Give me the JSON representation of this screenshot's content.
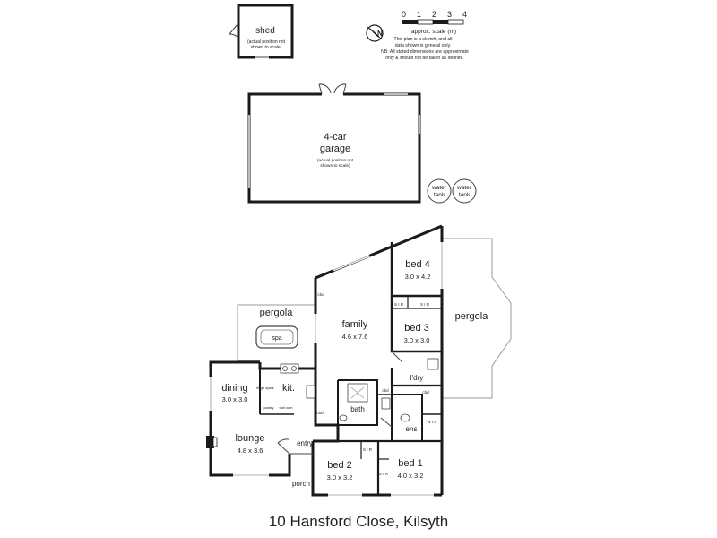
{
  "address": "10 Hansford Close, Kilsyth",
  "scale": {
    "ticks": [
      "0",
      "1",
      "2",
      "3",
      "4"
    ],
    "caption": "approx. scale (m)",
    "note_lines": [
      "This plan is a sketch, and all",
      "data shown is general only.",
      "NB: All stated dimensions are approximate",
      "only & should not be taken as definite."
    ]
  },
  "compass": {
    "label": "N"
  },
  "shed": {
    "label": "shed",
    "note_lines": [
      "(actual position not",
      "shown to scale)"
    ]
  },
  "garage": {
    "label_lines": [
      "4-car",
      "garage"
    ],
    "note_lines": [
      "(actual position not",
      "shown to scale)"
    ]
  },
  "water_tanks": [
    {
      "label_lines": [
        "water",
        "tank"
      ]
    },
    {
      "label_lines": [
        "water",
        "tank"
      ]
    }
  ],
  "rooms": {
    "pergola_left": {
      "label": "pergola"
    },
    "spa": {
      "label": "spa"
    },
    "family": {
      "label": "family",
      "dims": "4.6 x 7.6"
    },
    "bed4": {
      "label": "bed 4",
      "dims": "3.0 x 4.2"
    },
    "bed3": {
      "label": "bed 3",
      "dims": "3.0 x 3.0"
    },
    "pergola_right": {
      "label": "pergola"
    },
    "dining": {
      "label": "dining",
      "dims": "3.0 x 3.0"
    },
    "kitchen": {
      "label": "kit."
    },
    "lounge": {
      "label": "lounge",
      "dims": "4.8 x 3.6"
    },
    "entry": {
      "label": "entry"
    },
    "bath": {
      "label": "bath"
    },
    "laundry": {
      "label": "l'dry"
    },
    "ensuite": {
      "label": "ens"
    },
    "bed2": {
      "label": "bed 2",
      "dims": "3.0 x 3.2"
    },
    "bed1": {
      "label": "bed 1",
      "dims": "4.0 x 3.2"
    },
    "porch": {
      "label": "porch"
    }
  },
  "small_labels": {
    "sir_left": "S I R",
    "sir_right": "S I R",
    "wir": "W I R",
    "cbd_kitchen": "cbd",
    "cbd_bath": "cbd",
    "cbd_laundry": "cbd",
    "pantry": "pantry",
    "fridge": "fridge space",
    "wall_oven": "wall oven",
    "cbd_dining": "cbd",
    "sir_bed2": "S I R",
    "sir_bed1": "S I R"
  }
}
